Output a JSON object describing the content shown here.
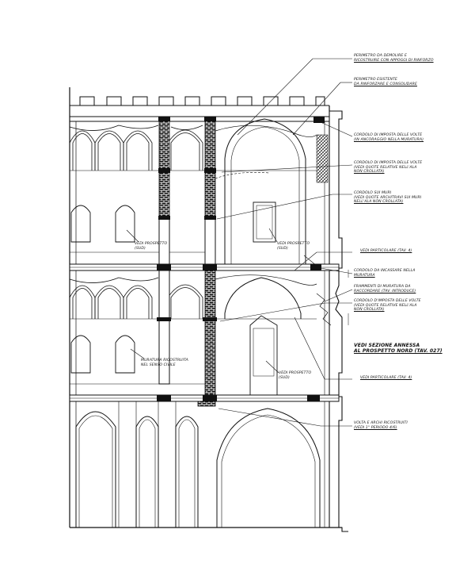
{
  "colors": {
    "ink": "#111111",
    "paper": "#ffffff"
  },
  "notes": {
    "n1": {
      "l1": "PERIMETRO DA DEMOLIRE E",
      "l2": "RICOSTRUIRE CON APPOGGI DI RINFORZO"
    },
    "n2": {
      "l1": "PERIMETRO ESISTENTE",
      "l2": "DA RINFORZARE E CONSOLIDARE"
    },
    "n3": {
      "l1": "CORDOLO DI IMPOSTA DELLE VOLTE",
      "l2": "(IN ANCORAGGIO NELLA MURATURA)"
    },
    "n4": {
      "l1": "CORDOLO DI IMPOSTA DELLE VOLTE",
      "l2": "(VEDI QUOTE RELATIVE NELL'ALA",
      "l3": "NON CROLLATA)"
    },
    "n5": {
      "l1": "CORDOLO SUI MURI",
      "l2": "(VEDI QUOTE ARCHITRAVI SUI MURI",
      "l3": "NELL'ALA NON CROLLATA)"
    },
    "n6": {
      "l1": "VEDI PARTICOLARE (TAV. 4)"
    },
    "n7": {
      "l1": "CORDOLO DA INCASSARE NELLA",
      "l2": "MURATURA"
    },
    "n8": {
      "l1": "FRAMMENTI DI MURATURA DA",
      "l2": "RACCORDARE (TAV. INTRODUCE)"
    },
    "n9": {
      "l1": "CORDOLO D'IMPOSTA DELLE VOLTE",
      "l2": "(VEDI QUOTE RELATIVE NELL'ALA",
      "l3": "NON CROLLATA)"
    },
    "n10": {
      "l1": "VEDI SEZIONE ANNESSA",
      "l2": "AL PROSPETTO NORD (TAV. 027)"
    },
    "n11": {
      "l1": "VEDI PARTICOLARE (TAV. 4)"
    },
    "n12": {
      "l1": "VOLTA E ARCHI RICOSTRUITI",
      "l2": "(VEDI 1° PERIODO 4/6)"
    },
    "n13": {
      "l1": "VEDI PROSPETTO",
      "l2": "(SUD)"
    },
    "n14": {
      "l1": "VEDI PROSPETTO",
      "l2": "(SUD)"
    },
    "n15": {
      "l1": "MURATURA RICOSTRUITA",
      "l2": "NEL SENSO CIVILE"
    },
    "n16": {
      "l1": "VEDI PROSPETTO",
      "l2": "(SUD)"
    }
  }
}
